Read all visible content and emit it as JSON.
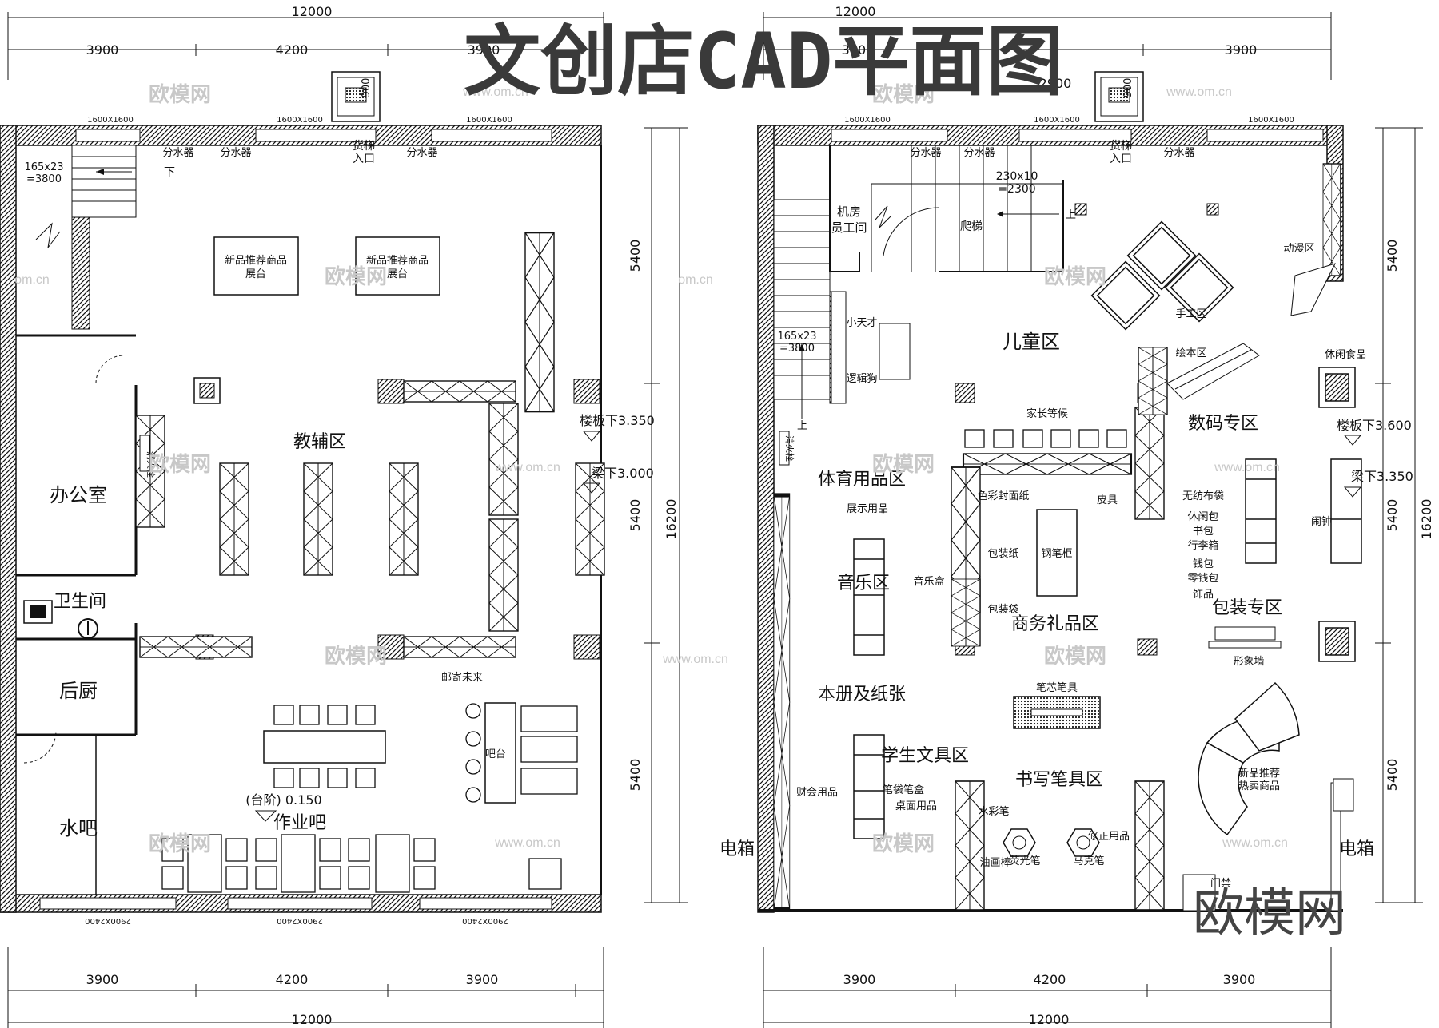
{
  "title": "文创店CAD平面图",
  "watermark": {
    "brand_large": "欧模网",
    "brand_small": "欧模网",
    "url": "www.om.cn",
    "url_short": "om.cn"
  },
  "dimensions": {
    "total": "12000",
    "segments": [
      "3900",
      "4200",
      "3900"
    ],
    "vertical": [
      "5400",
      "5400",
      "5400"
    ],
    "vertical_total": "16200",
    "window_top": "1600X1600",
    "window_bottom": "2900X2400",
    "stair_label": "2900",
    "lift_label": "900"
  },
  "plan_1": {
    "zones": {
      "jiaofu": "教辅区",
      "office": "办公室",
      "wc": "卫生间",
      "kitchen": "后厨",
      "water_bar": "水吧",
      "homework_bar": "作业吧",
      "mail_future": "邮寄未来",
      "bar_counter": "吧台"
    },
    "labels": {
      "stair_spec": "165x23",
      "stair_len": "=3800",
      "down": "下",
      "water_divider": "分水器",
      "cargo_lift": "货梯",
      "lift_entry": "入口",
      "new_product_booth": "新品推荐商品",
      "booth": "展台",
      "hydrant": "消火栓",
      "floor_level": "楼板下3.350",
      "beam_level": "梁下3.000",
      "step_level": "(台阶) 0.150"
    }
  },
  "plan_2": {
    "zones": {
      "kids": "儿童区",
      "digital": "数码专区",
      "sports": "体育用品区",
      "music": "音乐区",
      "gifts": "商务礼品区",
      "packaging": "包装专区",
      "notebooks": "本册及纸张",
      "student": "学生文具区",
      "writing": "书写笔具区",
      "anime": "动漫区",
      "handcraft": "手工区",
      "picture_books": "绘本区",
      "snacks": "休闲食品"
    },
    "labels": {
      "machine_room": "机房",
      "staff_room": "员工间",
      "ladder": "爬梯",
      "stair_spec": "230x10",
      "stair_len": "=2300",
      "up": "上",
      "small_genius": "小天才",
      "logic_dog": "逻辑狗",
      "parents_waiting": "家长等候",
      "display_goods": "展示用品",
      "color_cover": "色彩封面纸",
      "leather": "皮具",
      "wrapping_paper": "包装纸",
      "pen_cabinet": "钢笔柜",
      "music_box": "音乐盒",
      "gift_bags": "包装袋",
      "nonwoven_bag": "无纺布袋",
      "casual_bag": "休闲包",
      "school_bag": "书包",
      "luggage": "行李箱",
      "wallet": "钱包",
      "coin_purse": "零钱包",
      "accessories": "饰品",
      "alarm_clock": "闹钟",
      "image_wall": "形象墙",
      "refills": "笔芯笔具",
      "finance_supplies": "财会用品",
      "pencil_case": "笔袋笔盒",
      "desk_supplies": "桌面用品",
      "watercolor": "水彩笔",
      "oil_pastel": "油画棒",
      "highlighter": "荧光笔",
      "correction": "修正用品",
      "marker": "马克笔",
      "new_hot_line1": "新品推荐",
      "new_hot_line2": "热卖商品",
      "elec_box": "电箱",
      "gate": "门禁",
      "floor_level": "楼板下3.600",
      "beam_level": "梁下3.350"
    }
  }
}
